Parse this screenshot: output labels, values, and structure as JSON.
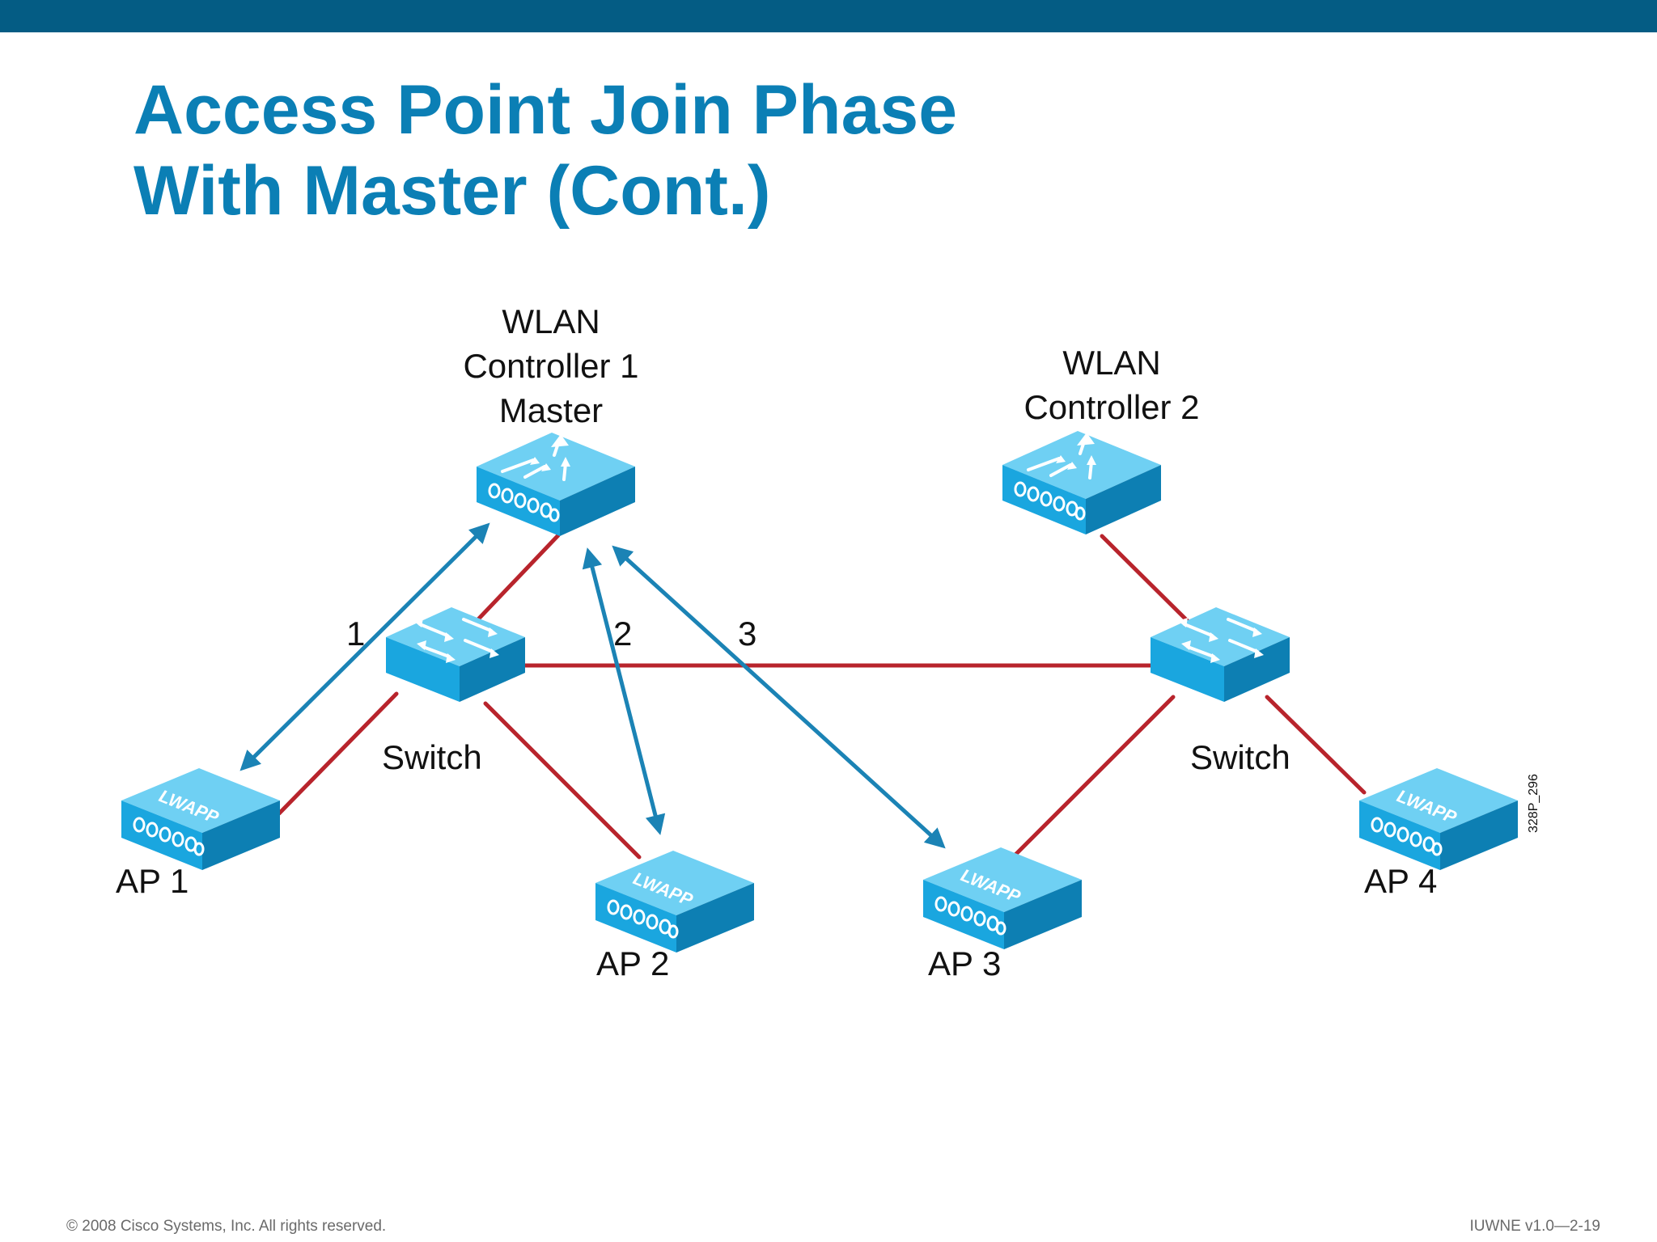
{
  "slide": {
    "title_line1": "Access Point Join Phase",
    "title_line2": "With Master (Cont.)"
  },
  "diagram": {
    "controller1": {
      "line1": "WLAN",
      "line2": "Controller 1",
      "line3": "Master"
    },
    "controller2": {
      "line1": "WLAN",
      "line2": "Controller 2"
    },
    "switch_left": "Switch",
    "switch_right": "Switch",
    "ap1": "AP 1",
    "ap2": "AP 2",
    "ap3": "AP 3",
    "ap4": "AP 4",
    "ap_brand": "LWAPP",
    "step1": "1",
    "step2": "2",
    "step3": "3",
    "figure_code": "328P_296",
    "colors": {
      "link": "#b8242c",
      "join_arrow": "#1b83b5",
      "device": "#19a3de",
      "header": "#045c84"
    }
  },
  "footer": {
    "copyright": "© 2008 Cisco Systems, Inc. All rights reserved.",
    "course": "IUWNE v1.0—2-19"
  }
}
